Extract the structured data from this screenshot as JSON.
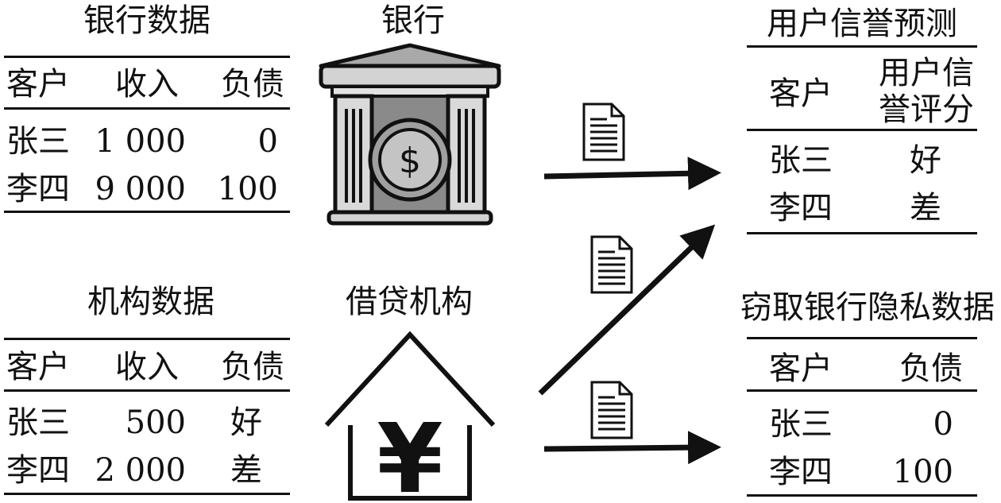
{
  "bank_table": {
    "title": "银行数据",
    "headers": [
      "客户",
      "收入",
      "负债"
    ],
    "rows": [
      [
        "张三",
        "1 000",
        "0"
      ],
      [
        "李四",
        "9 000",
        "100"
      ]
    ]
  },
  "org_table": {
    "title": "机构数据",
    "headers": [
      "客户",
      "收入",
      "负债"
    ],
    "rows": [
      [
        "张三",
        "500",
        "好"
      ],
      [
        "李四",
        "2 000",
        "差"
      ]
    ]
  },
  "bank_label": "银行",
  "lender_label": "借贷机构",
  "credit_table": {
    "title": "用户信誉预测",
    "headers": [
      "客户",
      "用户信",
      "誉评分"
    ],
    "rows": [
      [
        "张三",
        "好"
      ],
      [
        "李四",
        "差"
      ]
    ]
  },
  "leak_table": {
    "title": "窃取银行隐私数据",
    "headers": [
      "客户",
      "负债"
    ],
    "rows": [
      [
        "张三",
        "0"
      ],
      [
        "李四",
        "100"
      ]
    ]
  },
  "icons": [
    "bank-building-icon",
    "dollar-coin-icon",
    "house-yen-icon",
    "document-icon",
    "arrow-icon"
  ]
}
